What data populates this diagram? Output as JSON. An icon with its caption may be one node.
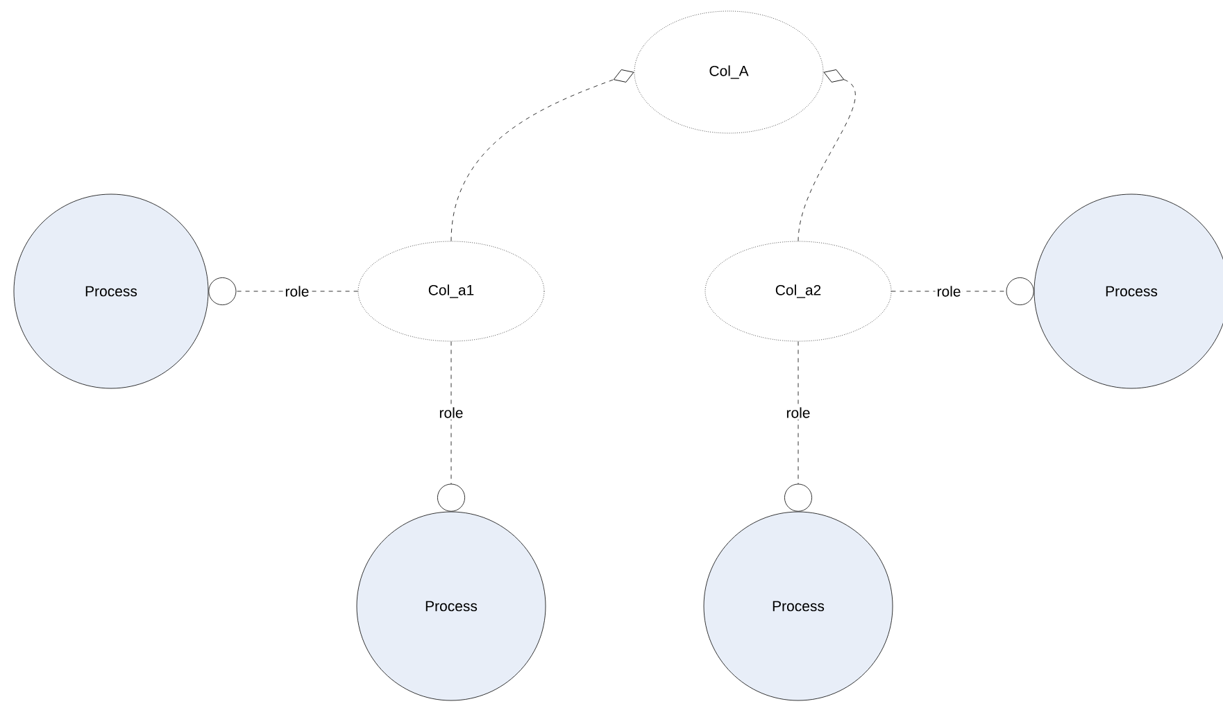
{
  "diagram": {
    "nodes": [
      {
        "text": [
          "Col_A"
        ]
      },
      {
        "text": [
          "Col_a1"
        ]
      },
      {
        "text": [
          "Col_a2"
        ]
      },
      {
        "text": [
          "Process"
        ]
      },
      {
        "text": [
          "Process"
        ]
      },
      {
        "text": [
          "Process"
        ]
      },
      {
        "text": [
          "Process"
        ]
      }
    ],
    "edges": [
      {
        "from": 1,
        "to": 0,
        "arrow": "other",
        "style": "dashed"
      },
      {
        "from": 2,
        "to": 0,
        "arrow": "other",
        "style": "dashed"
      },
      {
        "from": 1,
        "to": 3,
        "arrow": "other",
        "style": "dashed",
        "label": "role"
      },
      {
        "from": 1,
        "to": 5,
        "arrow": "other",
        "style": "dashed",
        "label": "role"
      },
      {
        "from": 2,
        "to": 6,
        "arrow": "other",
        "style": "dashed",
        "label": "role"
      },
      {
        "from": 2,
        "to": 4,
        "arrow": "other",
        "style": "dashed",
        "label": "role"
      }
    ]
  }
}
